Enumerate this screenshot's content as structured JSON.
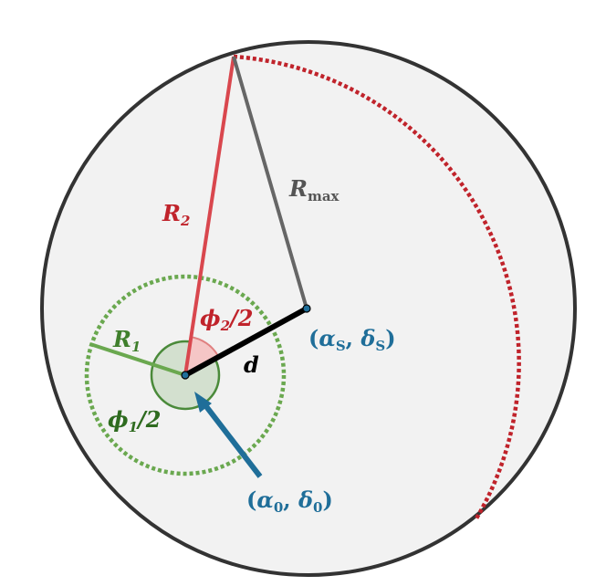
{
  "labels": {
    "r2": {
      "main": "R",
      "sub": "2"
    },
    "rmax": {
      "main": "R",
      "sub": "max"
    },
    "r1": {
      "main": "R",
      "sub": "1"
    },
    "phi2": {
      "main": "ϕ",
      "sub": "2",
      "tail": "/2"
    },
    "phi1": {
      "main": "ϕ",
      "sub": "1",
      "tail": "/2"
    },
    "d": "d",
    "source": {
      "open": "(",
      "a": "α",
      "a_sub": "S",
      "comma": ", ",
      "d": "δ",
      "d_sub": "S",
      "close": ")"
    },
    "origin": {
      "open": "(",
      "a": "α",
      "a_sub": "0",
      "comma": ", ",
      "d": "δ",
      "d_sub": "0",
      "close": ")"
    }
  },
  "colors": {
    "sphere_fill": "#f2f2f2",
    "sphere_stroke": "#333333",
    "red": "#c0232b",
    "red_line": "#d9474e",
    "gray": "#666666",
    "green": "#6aa84f",
    "dark_green": "#2e6b1f",
    "blue": "#1f6e99",
    "black": "#000000"
  }
}
